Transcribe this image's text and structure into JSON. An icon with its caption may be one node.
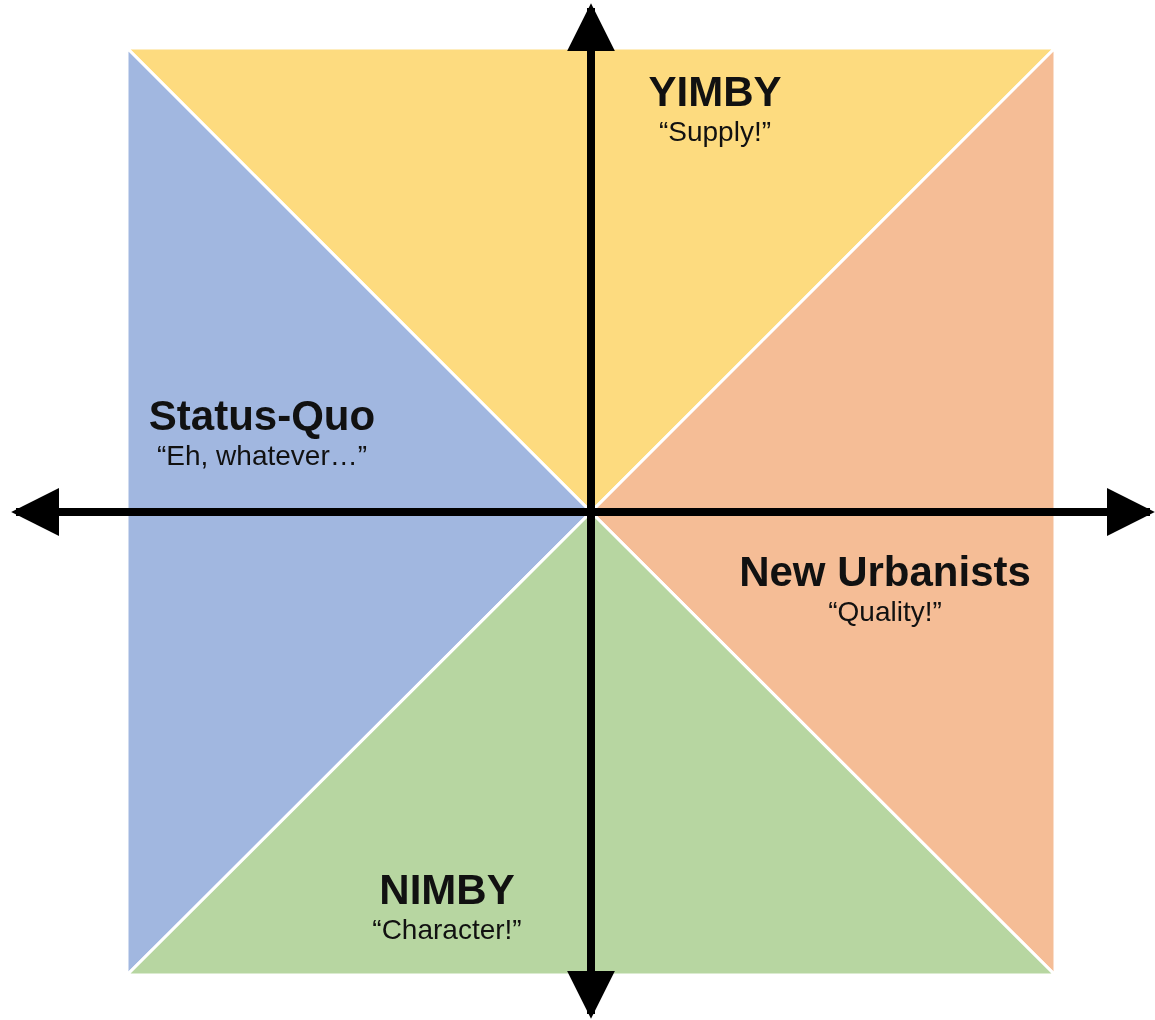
{
  "diagram": {
    "nodes": [
      {
        "text": [
          "YIMBY",
          "“Supply!”"
        ]
      },
      {
        "text": [
          "Status-Quo",
          "“Eh, whatever…”"
        ]
      },
      {
        "text": [
          "New Urbanists",
          "“Quality!”"
        ]
      },
      {
        "text": [
          "NIMBY",
          "“Character!”"
        ]
      }
    ]
  }
}
